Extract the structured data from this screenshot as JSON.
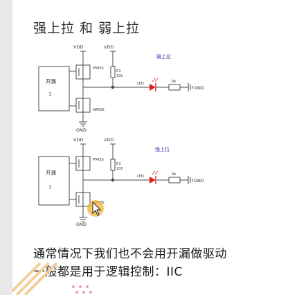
{
  "slide": {
    "title": "强上拉 和 弱上拉",
    "body_lines": [
      "通常情况下我们也不会用开漏做驱动",
      "一般都是用于逻辑控制：IIC"
    ]
  },
  "schematics": [
    {
      "caption": "弱上拉",
      "box_label": "开漏",
      "box_index": "1",
      "vdd_left": "VDD",
      "vdd_right": "VDD",
      "pmos": "PMOS",
      "nmos": "NMOS",
      "resistor_name": "R1",
      "resistor_value": "10k",
      "led": "LED",
      "series_resistor": "Rk",
      "gnd_right": "GND",
      "gnd_bottom": "GND"
    },
    {
      "caption": "强上拉",
      "box_label": "开漏",
      "box_index": "1",
      "vdd_left": "VDD",
      "vdd_right": "VDD",
      "pmos": "PMOS",
      "nmos": "NMOS",
      "resistor_name": "R1",
      "resistor_value": "100",
      "led": "LED",
      "series_resistor": "Rk",
      "gnd_right": "GND",
      "gnd_bottom": "GND"
    }
  ],
  "colors": {
    "wire": "#4a4a4a",
    "label_blue": "#3a3aa8",
    "led_red": "#e02020",
    "cursor": "#f2b43a"
  }
}
